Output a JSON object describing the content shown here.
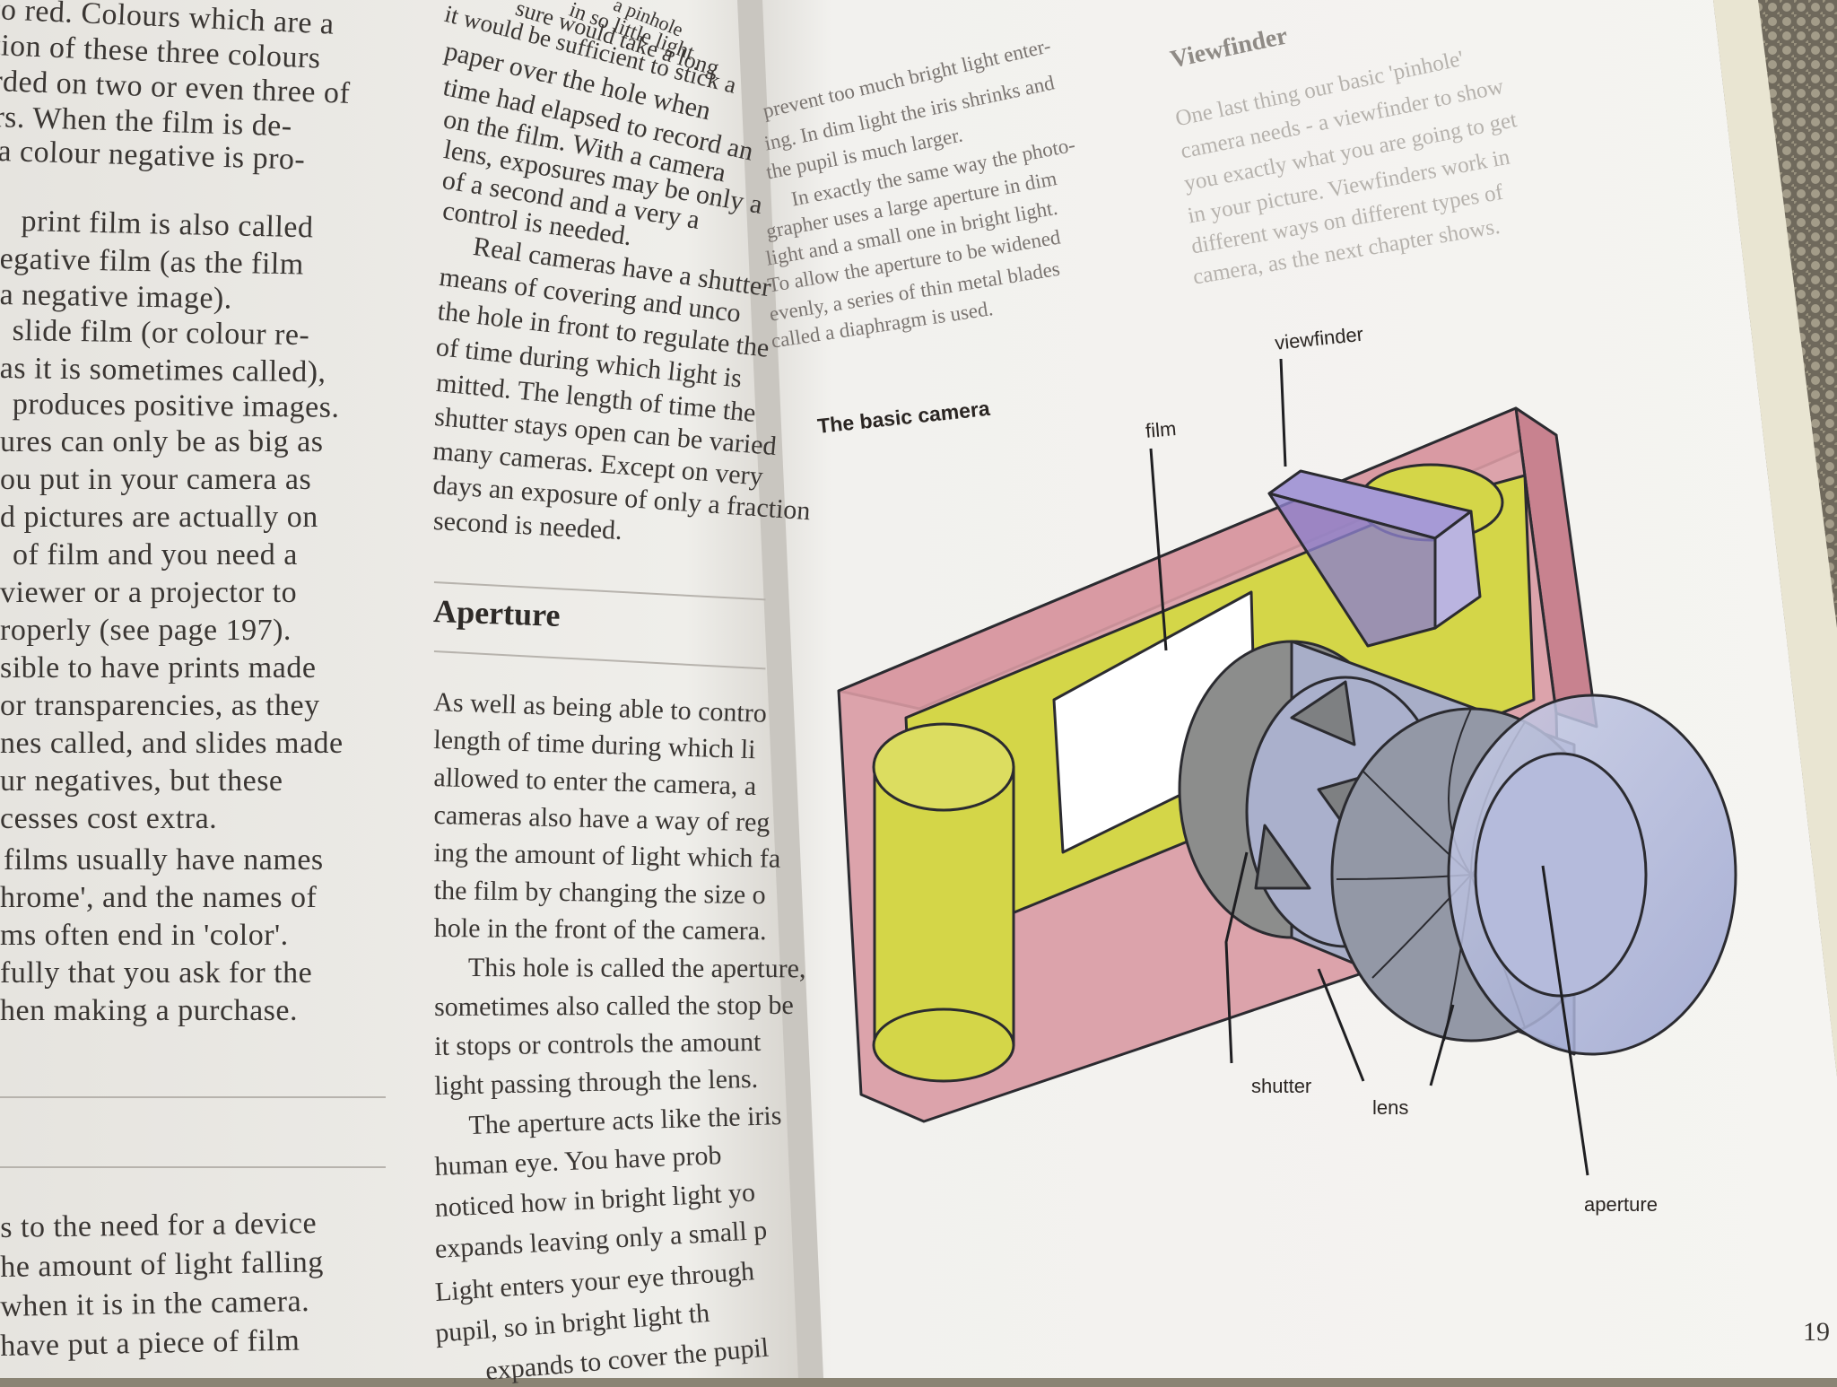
{
  "photo": {
    "description_colors": {
      "background_lace": "#8b8573",
      "page_left": "#eceae6",
      "page_right": "#f3f2ef",
      "ink": "#3a3633"
    }
  },
  "left_column": {
    "lines": [
      "to red. Colours which are a",
      "tion of these three colours",
      "rded on two or even three of",
      "rs. When the film is de-",
      "a colour negative is pro-",
      "print film is also called",
      "egative film (as the film",
      "a negative image).",
      "slide film (or colour re-",
      "as it is sometimes called),",
      "produces positive images.",
      "ures can only be as big as",
      "ou put in your camera as",
      "d pictures are actually on",
      "of film and you need a",
      "viewer or a projector to",
      "roperly (see page 197).",
      "sible to have prints made",
      "or transparencies, as they",
      "nes called, and slides made",
      "ur negatives, but these",
      "cesses cost extra.",
      "films usually have names",
      "hrome', and the names of",
      "ms often end in 'color'.",
      "fully that you ask for the",
      "hen making a purchase.",
      "s to the need for a device",
      "he amount of light falling",
      "when it is in the camera.",
      "have put a piece of film"
    ]
  },
  "middle_column": {
    "top_lines": [
      "a pinhole",
      "in so little light",
      "sure would take a long",
      "it would be sufficient to stick a",
      "paper over the hole when",
      "time had elapsed to record an",
      "on the film. With a camera",
      "lens, exposures may be only a",
      "of a second and a very a",
      "control is needed.",
      "Real cameras have a shutter",
      "means of covering and unco",
      "the hole in front to regulate the",
      "of time during which light is",
      "mitted. The length of time the",
      "shutter stays open can be varied",
      "many cameras. Except on very",
      "days an exposure of only a fraction",
      "second is needed."
    ],
    "heading": "Aperture",
    "bottom_lines": [
      "As well as being able to contro",
      "length of time during which li",
      "allowed to enter the camera, a",
      "cameras also have a way of reg",
      "ing the amount of light which fa",
      "the film by changing the size o",
      "hole in the front of the camera.",
      "This hole is called the aperture,",
      "sometimes also called the stop be",
      "it stops or controls the amount",
      "light passing through the lens.",
      "The aperture acts like the iris",
      "human eye. You have prob",
      "noticed how in bright light yo",
      "expands leaving only a small p",
      "Light enters your eye through",
      "pupil, so in bright light th",
      "expands to cover the pupil"
    ]
  },
  "right_page": {
    "top_lines": [
      "prevent too much bright light enter-",
      "ing. In dim light the iris shrinks and",
      "the pupil is much larger.",
      "In exactly the same way the photo-",
      "grapher uses a large aperture in dim",
      "light and a small one in bright light.",
      "To allow the aperture to be widened",
      "evenly, a series of thin metal blades",
      "called a diaphragm is used."
    ],
    "viewfinder_heading": "Viewfinder",
    "viewfinder_lines": [
      "One last thing our basic 'pinhole'",
      "camera needs - a viewfinder to show",
      "you exactly what you are going to get",
      "in your picture. Viewfinders work in",
      "different ways on different types of",
      "camera, as the next chapter shows."
    ],
    "figure": {
      "title": "The basic camera",
      "labels": {
        "viewfinder": "viewfinder",
        "film": "film",
        "shutter": "shutter",
        "lens": "lens",
        "aperture": "aperture"
      },
      "colors": {
        "body": "#d99aa3",
        "inner": "#d4d648",
        "lens": "#b7bedc",
        "grey": "#8c8d8c",
        "viewfinder": "#a69ad6"
      }
    },
    "page_number": "19"
  }
}
